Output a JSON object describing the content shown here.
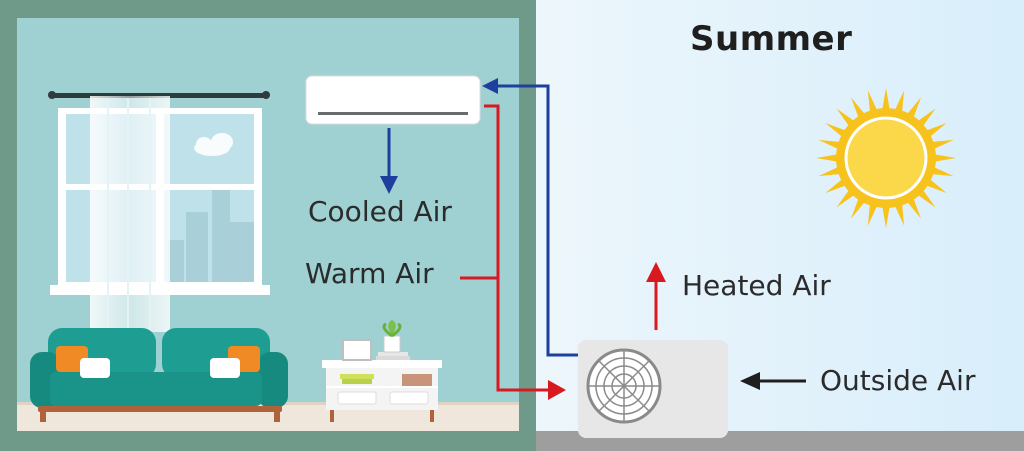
{
  "header": {
    "season": "Summer"
  },
  "labels": {
    "cooled_air": "Cooled Air",
    "warm_air": "Warm Air",
    "heated_air": "Heated Air",
    "outside_air": "Outside Air"
  },
  "colors": {
    "room_wall": "#9fd0d2",
    "room_frame": "#6f9a8a",
    "sky": "#e6f3fb",
    "ground": "#9e9e9e",
    "cool_arrow": "#1e3f9e",
    "warm_arrow": "#d71920",
    "sun": "#f7c21b"
  }
}
